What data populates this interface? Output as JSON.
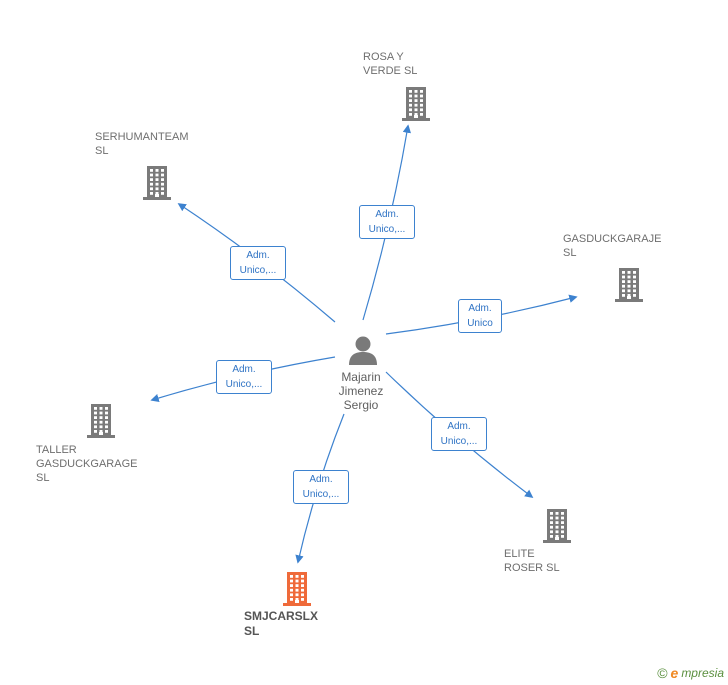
{
  "center": {
    "name": "Majarin\nJimenez\nSergio"
  },
  "companies": [
    {
      "id": "rosa",
      "name": "ROSA Y\nVERDE  SL",
      "edge_label": "Adm.\nUnico,...",
      "highlight": false
    },
    {
      "id": "serhuman",
      "name": "SERHUMANTEAM\nSL",
      "edge_label": "Adm.\nUnico,...",
      "highlight": false
    },
    {
      "id": "gasduck",
      "name": "GASDUCKGARAJE\nSL",
      "edge_label": "Adm.\nUnico",
      "highlight": false
    },
    {
      "id": "taller",
      "name": "TALLER\nGASDUCKGARAGE\nSL",
      "edge_label": "Adm.\nUnico,...",
      "highlight": false
    },
    {
      "id": "elite",
      "name": "ELITE\nROSER  SL",
      "edge_label": "Adm.\nUnico,...",
      "highlight": false
    },
    {
      "id": "smjcarslx",
      "name": "SMJCARSLX\nSL",
      "edge_label": "Adm.\nUnico,...",
      "highlight": true
    }
  ],
  "colors": {
    "edge": "#3d82cf",
    "building": "#7a7a7a",
    "building_highlight": "#ef6a3a",
    "person": "#7a7a7a"
  },
  "brand": {
    "copyright": "©",
    "initial": "e",
    "rest": "mpresia"
  }
}
